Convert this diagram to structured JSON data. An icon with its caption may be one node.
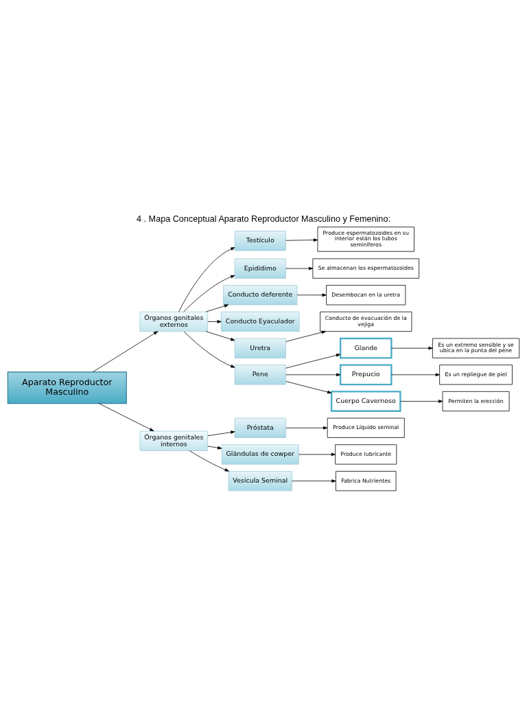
{
  "diagram": {
    "title": "4 . Mapa Conceptual Aparato Reproductor Masculino y Femenino:",
    "nodes": [
      {
        "text": [
          "Aparato Reproductor Masculino"
        ]
      },
      {
        "text": [
          "Órganos genitales externos"
        ]
      },
      {
        "text": [
          "Testículo"
        ]
      },
      {
        "text": [
          "Produce espermatozoides en su interior están los tubos seminíferos"
        ]
      },
      {
        "text": [
          "Epidídimo"
        ]
      },
      {
        "text": [
          "Se almacenan los espermatozoides"
        ]
      },
      {
        "text": [
          "Conducto deferente"
        ]
      },
      {
        "text": [
          "Desembocan en la uretra"
        ]
      },
      {
        "text": [
          "Conducto Eyaculador"
        ]
      },
      {
        "text": [
          "Uretra"
        ]
      },
      {
        "text": [
          "Conducto de evacuación de la vejiga"
        ]
      },
      {
        "text": [
          "Pene"
        ]
      },
      {
        "text": [
          "Glande"
        ]
      },
      {
        "text": [
          "Es un extremo sensible y se ubica en la punta del pene"
        ]
      },
      {
        "text": [
          "Prepucio"
        ]
      },
      {
        "text": [
          "Es un repliegue de piel"
        ]
      },
      {
        "text": [
          "Cuerpo Cavernoso"
        ]
      },
      {
        "text": [
          "Permiten la erección"
        ]
      },
      {
        "text": [
          "Órganos genitales internos"
        ]
      },
      {
        "text": [
          "Próstata"
        ]
      },
      {
        "text": [
          "Produce Líquido seminal"
        ]
      },
      {
        "text": [
          "Glándulas de cowper"
        ]
      },
      {
        "text": [
          "Produce lubricante"
        ]
      },
      {
        "text": [
          "Vesícula Seminal"
        ]
      },
      {
        "text": [
          "Fabrica Nutrientes"
        ]
      }
    ],
    "edges": [
      {
        "from": 0,
        "to": 1,
        "arrow": "to"
      },
      {
        "from": 0,
        "to": 18,
        "arrow": "to"
      },
      {
        "from": 1,
        "to": 2,
        "arrow": "to"
      },
      {
        "from": 2,
        "to": 3,
        "arrow": "to"
      },
      {
        "from": 1,
        "to": 4,
        "arrow": "to"
      },
      {
        "from": 4,
        "to": 5,
        "arrow": "to"
      },
      {
        "from": 1,
        "to": 6,
        "arrow": "to"
      },
      {
        "from": 6,
        "to": 7,
        "arrow": "to"
      },
      {
        "from": 1,
        "to": 8,
        "arrow": "to"
      },
      {
        "from": 1,
        "to": 9,
        "arrow": "to"
      },
      {
        "from": 9,
        "to": 10,
        "arrow": "to"
      },
      {
        "from": 1,
        "to": 11,
        "arrow": "to"
      },
      {
        "from": 11,
        "to": 12,
        "arrow": "to"
      },
      {
        "from": 12,
        "to": 13,
        "arrow": "to"
      },
      {
        "from": 11,
        "to": 14,
        "arrow": "to"
      },
      {
        "from": 14,
        "to": 15,
        "arrow": "to"
      },
      {
        "from": 11,
        "to": 16,
        "arrow": "to"
      },
      {
        "from": 16,
        "to": 17,
        "arrow": "to"
      },
      {
        "from": 18,
        "to": 19,
        "arrow": "to"
      },
      {
        "from": 19,
        "to": 20,
        "arrow": "to"
      },
      {
        "from": 18,
        "to": 21,
        "arrow": "to"
      },
      {
        "from": 21,
        "to": 22,
        "arrow": "to"
      },
      {
        "from": 18,
        "to": 23,
        "arrow": "to"
      },
      {
        "from": 23,
        "to": 24,
        "arrow": "to"
      }
    ]
  }
}
